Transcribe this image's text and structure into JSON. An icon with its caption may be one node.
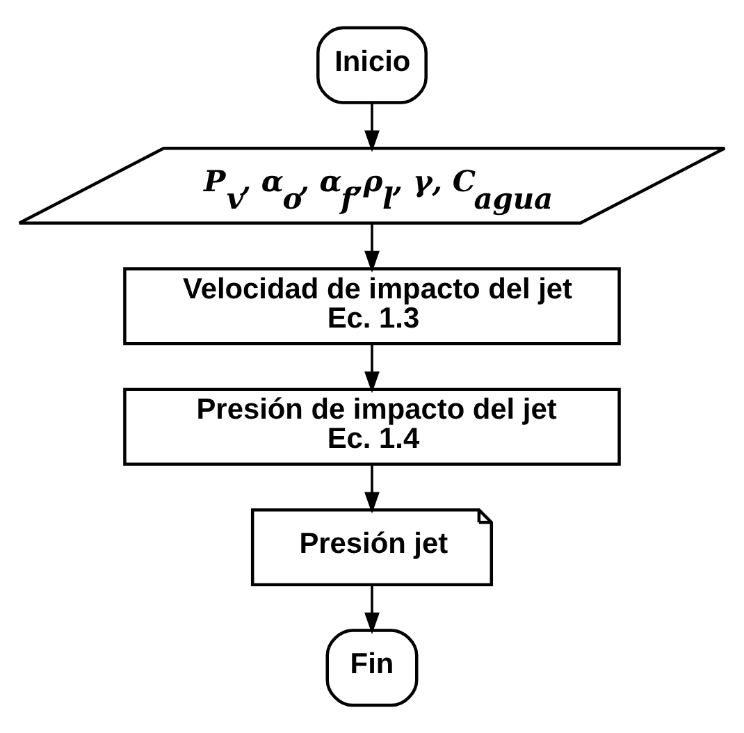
{
  "diagram": {
    "nodes": [
      {
        "text": [
          "Inicio"
        ]
      },
      {
        "text": [
          "P$_{v}$, α$_{o}$, α$_{f}$,ρ$_{l}$, γ, C$_{agua}$"
        ]
      },
      {
        "text": [
          "Velocidad de impacto del jet",
          "Ec. 1.3"
        ]
      },
      {
        "text": [
          "Presión de impacto del jet",
          "Ec. 1.4"
        ]
      },
      {
        "text": [
          "Presión jet"
        ]
      },
      {
        "text": [
          "Fin"
        ]
      }
    ],
    "edges": [
      {
        "from": 0,
        "to": 1,
        "arrow": "to"
      },
      {
        "from": 1,
        "to": 2,
        "arrow": "to"
      },
      {
        "from": 2,
        "to": 3,
        "arrow": "to"
      },
      {
        "from": 3,
        "to": 4,
        "arrow": "to"
      },
      {
        "from": 4,
        "to": 5,
        "arrow": "to"
      }
    ]
  }
}
